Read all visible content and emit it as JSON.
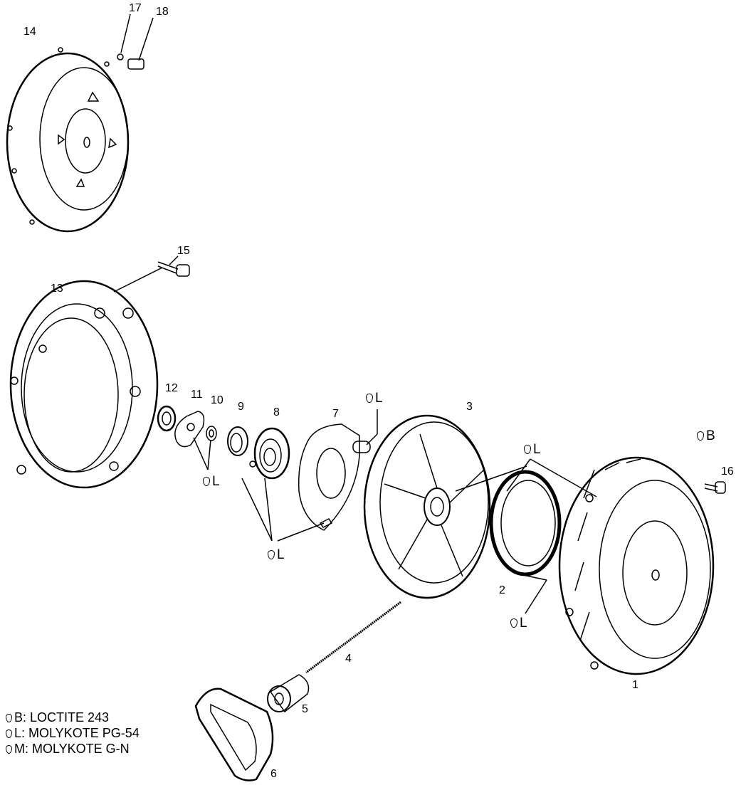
{
  "callouts": [
    {
      "id": "n14",
      "text": "14"
    },
    {
      "id": "n17",
      "text": "17"
    },
    {
      "id": "n18",
      "text": "18"
    },
    {
      "id": "n15",
      "text": "15"
    },
    {
      "id": "n13",
      "text": "13"
    },
    {
      "id": "n12",
      "text": "12"
    },
    {
      "id": "n11",
      "text": "11"
    },
    {
      "id": "n10",
      "text": "10"
    },
    {
      "id": "n9",
      "text": "9"
    },
    {
      "id": "n8",
      "text": "8"
    },
    {
      "id": "n7",
      "text": "7"
    },
    {
      "id": "n3",
      "text": "3"
    },
    {
      "id": "n16",
      "text": "16"
    },
    {
      "id": "n2",
      "text": "2"
    },
    {
      "id": "n4",
      "text": "4"
    },
    {
      "id": "n1",
      "text": "1"
    },
    {
      "id": "n5",
      "text": "5"
    },
    {
      "id": "n6",
      "text": "6"
    }
  ],
  "lube_markers": [
    {
      "id": "l1",
      "code": "L"
    },
    {
      "id": "l2",
      "code": "B"
    },
    {
      "id": "l3",
      "code": "L"
    },
    {
      "id": "l4",
      "code": "L"
    },
    {
      "id": "l5",
      "code": "L"
    },
    {
      "id": "l6",
      "code": "L"
    }
  ],
  "legend": [
    {
      "code": "B",
      "text": "B: LOCTITE 243"
    },
    {
      "code": "L",
      "text": "L: MOLYKOTE PG-54"
    },
    {
      "code": "M",
      "text": "M: MOLYKOTE G-N"
    }
  ]
}
